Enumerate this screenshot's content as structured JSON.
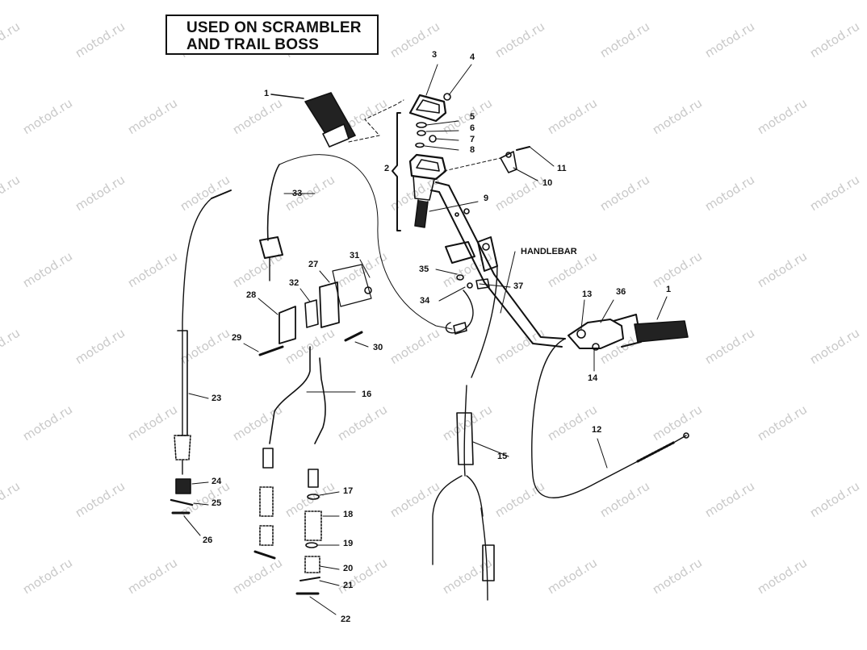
{
  "title": {
    "line1": "USED ON SCRAMBLER",
    "line2": "AND TRAIL BOSS"
  },
  "watermark": "motod.ru",
  "labels": {
    "handlebar": "HANDLEBAR",
    "n1a": "1",
    "n1b": "1",
    "n2": "2",
    "n3": "3",
    "n4": "4",
    "n5": "5",
    "n6": "6",
    "n7": "7",
    "n8": "8",
    "n9": "9",
    "n10": "10",
    "n11": "11",
    "n12": "12",
    "n13": "13",
    "n14": "14",
    "n15": "15",
    "n16": "16",
    "n17": "17",
    "n18": "18",
    "n19": "19",
    "n20": "20",
    "n21": "21",
    "n22": "22",
    "n23": "23",
    "n24": "24",
    "n25": "25",
    "n26": "26",
    "n27": "27",
    "n28": "28",
    "n29": "29",
    "n30": "30",
    "n31": "31",
    "n32": "32",
    "n33": "33",
    "n34": "34",
    "n35": "35",
    "n36": "36",
    "n37": "37"
  }
}
